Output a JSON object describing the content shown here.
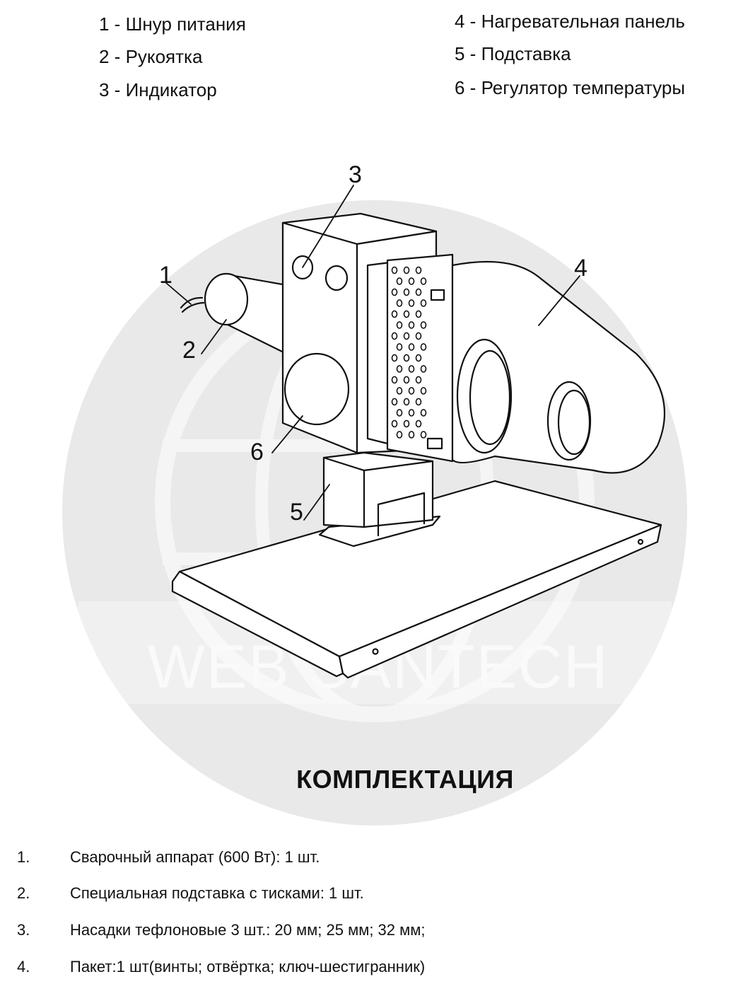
{
  "legend": [
    {
      "text": "1 - Шнур питания"
    },
    {
      "text": "2 - Рукоятка"
    },
    {
      "text": "3 - Индикатор"
    },
    {
      "text": "4 - Нагревательная панель"
    },
    {
      "text": "5 - Подставка"
    },
    {
      "text": "6 - Регулятор температуры"
    }
  ],
  "callouts": [
    "1",
    "2",
    "3",
    "4",
    "5",
    "6"
  ],
  "watermark": "WEB SANTECH",
  "kit": {
    "title": "КОМПЛЕКТАЦИЯ",
    "items": [
      {
        "num": "1.",
        "text": "Сварочный аппарат (600 Вт): 1 шт."
      },
      {
        "num": "2.",
        "text": "Специальная подставка с тисками: 1 шт."
      },
      {
        "num": "3.",
        "text": "Насадки тефлоновые 3 шт.: 20 мм; 25 мм; 32 мм;"
      },
      {
        "num": "4.",
        "text": "Пакет:1 шт(винты; отвёртка; ключ-шестигранник)"
      }
    ]
  },
  "colors": {
    "line": "#111111",
    "watermark": "#e6e6e6"
  }
}
